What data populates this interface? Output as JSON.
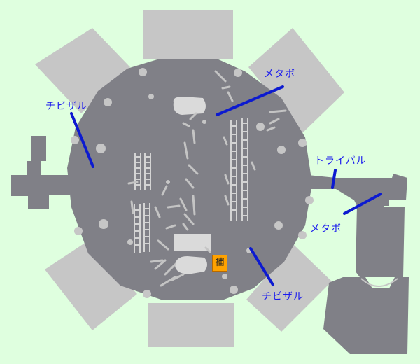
{
  "map": {
    "background_color": "#dfffdf",
    "floor_color": "#808087",
    "outer_room_color": "#c6c6c6",
    "marker_color": "#0c1ad0",
    "labels": {
      "metabo_top": "メタボ",
      "chibizaru_left": "チビザル",
      "tribal": "トライバル",
      "metabo_right": "メタボ",
      "chibizaru_bottom": "チビザル"
    },
    "supply_marker": {
      "text": "補",
      "color": "#ffa200"
    }
  }
}
